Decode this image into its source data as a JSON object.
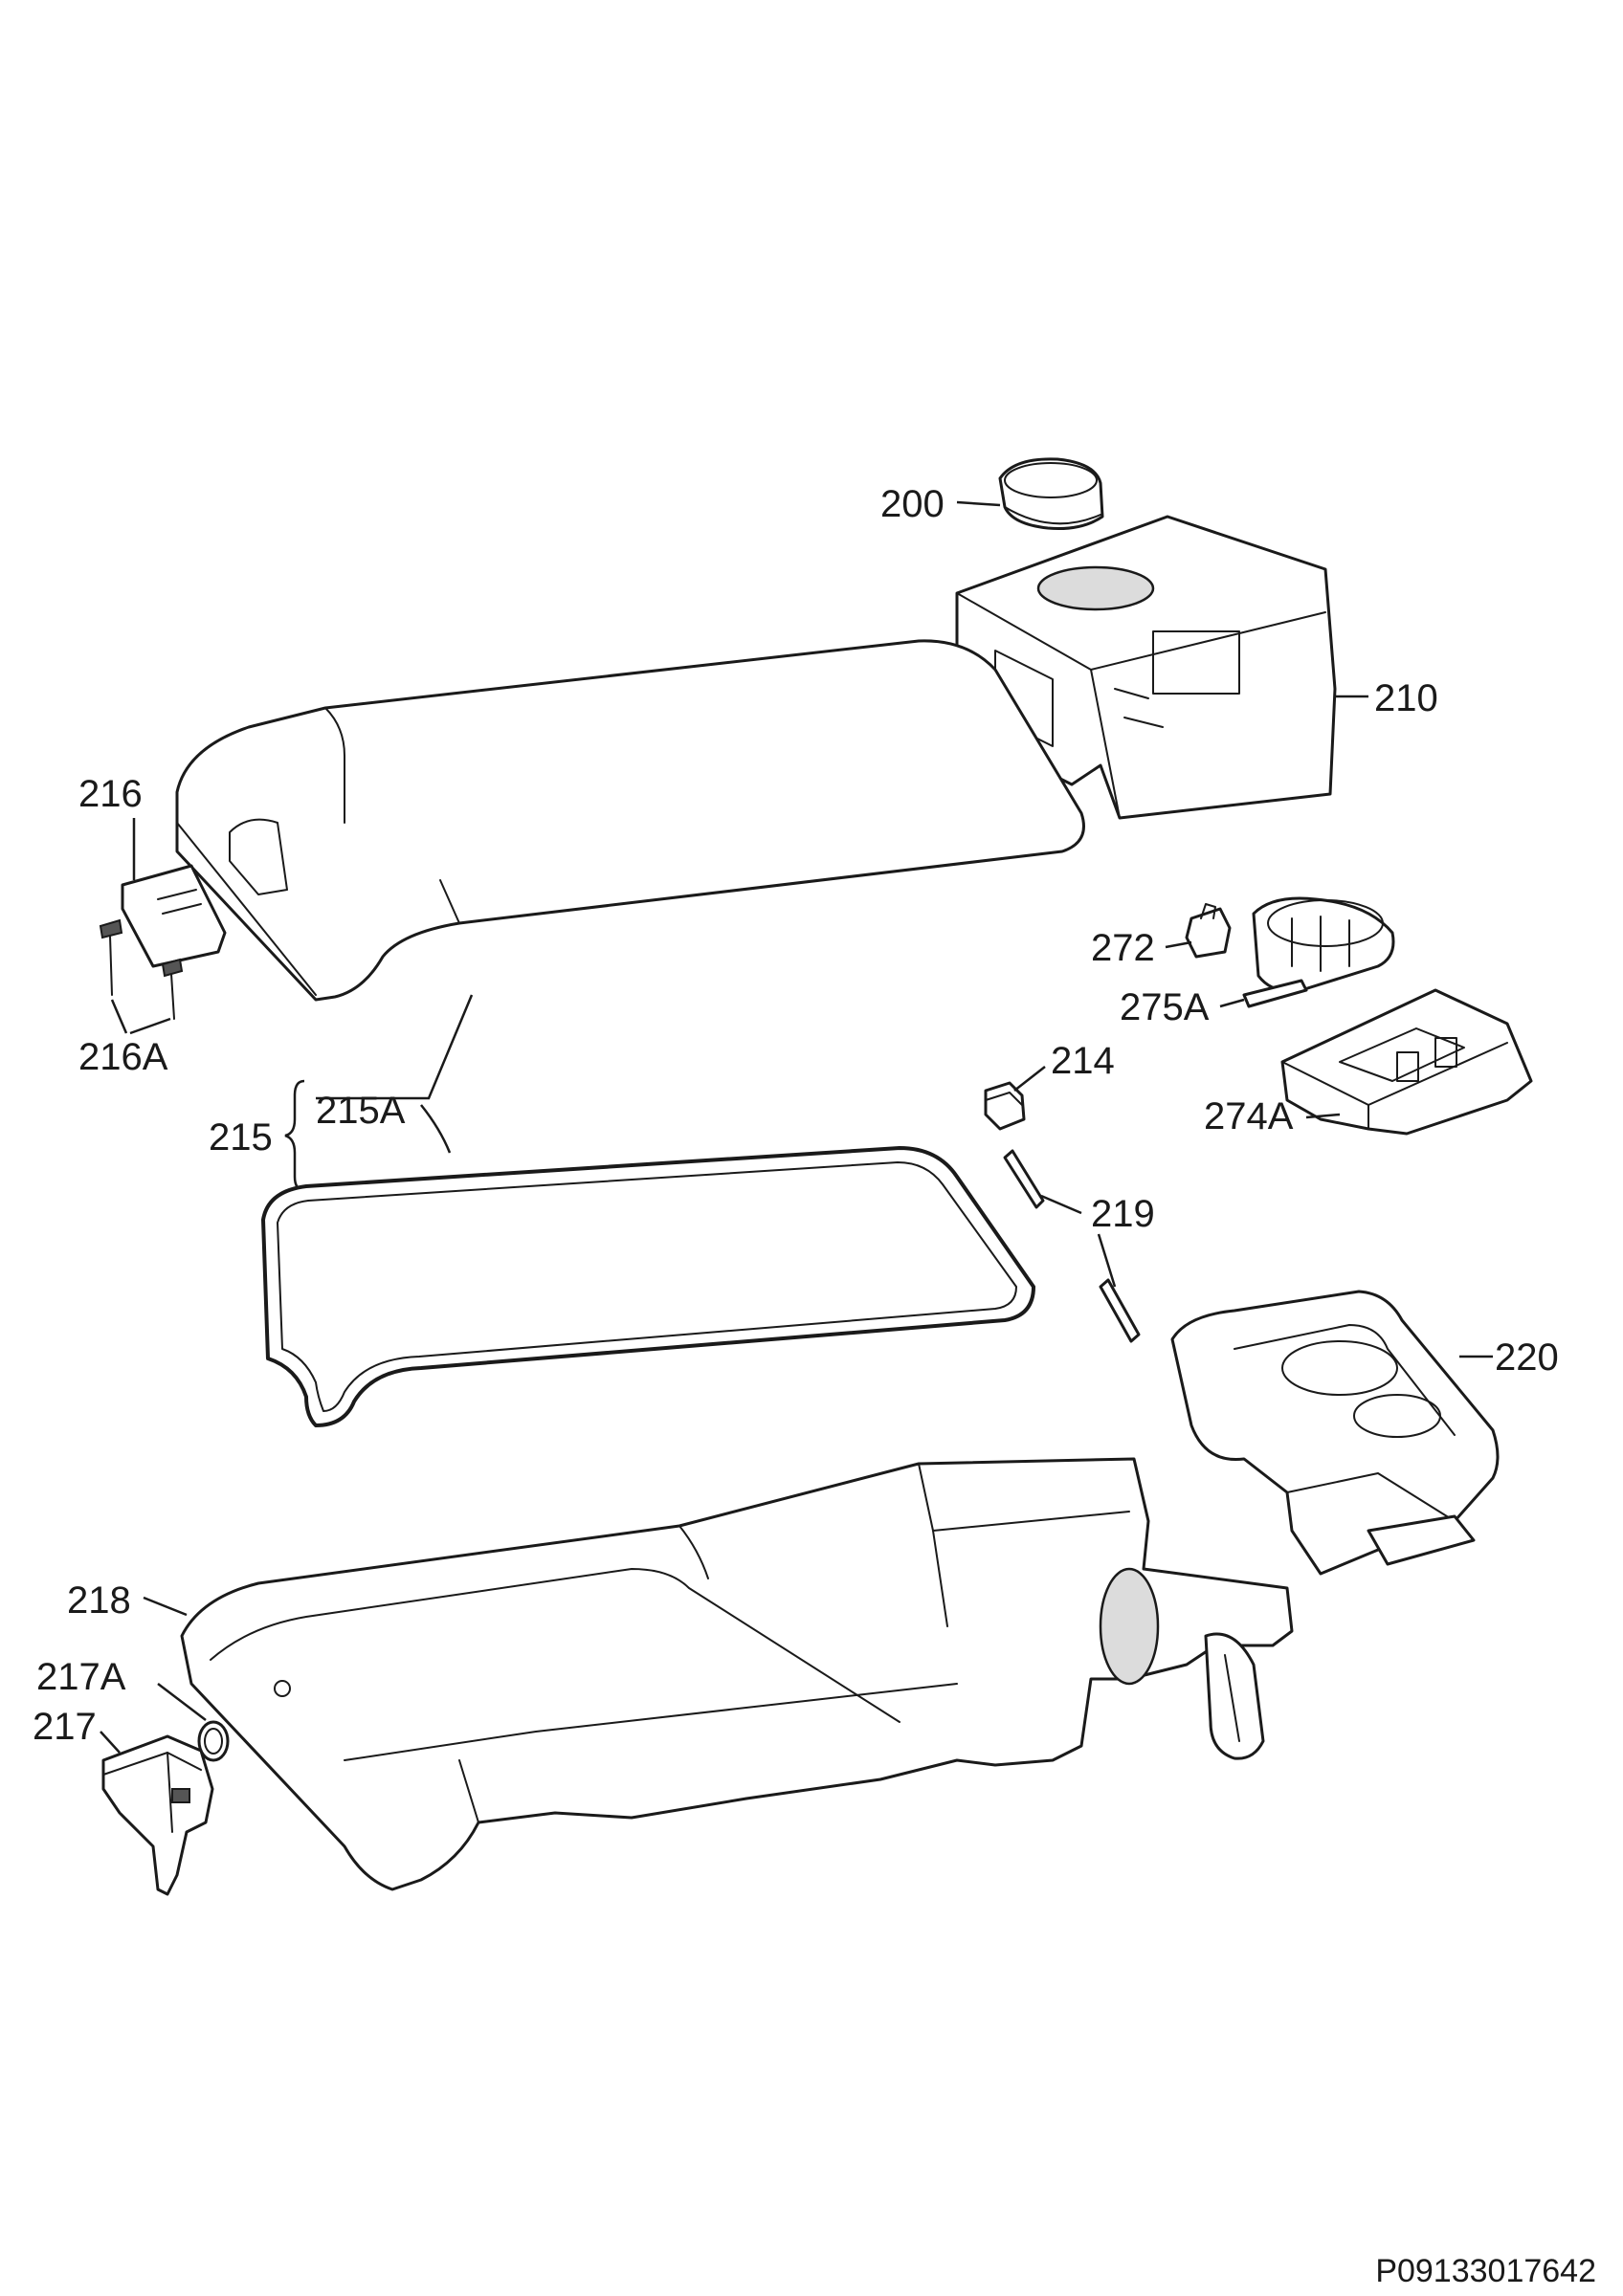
{
  "document_number": "P09133017642",
  "callouts": {
    "c200": "200",
    "c210": "210",
    "c216": "216",
    "c216A": "216A",
    "c272": "272",
    "c275A": "275A",
    "c214": "214",
    "c215": "215",
    "c215A": "215A",
    "c274A": "274A",
    "c219": "219",
    "c220": "220",
    "c218": "218",
    "c217A": "217A",
    "c217": "217"
  }
}
